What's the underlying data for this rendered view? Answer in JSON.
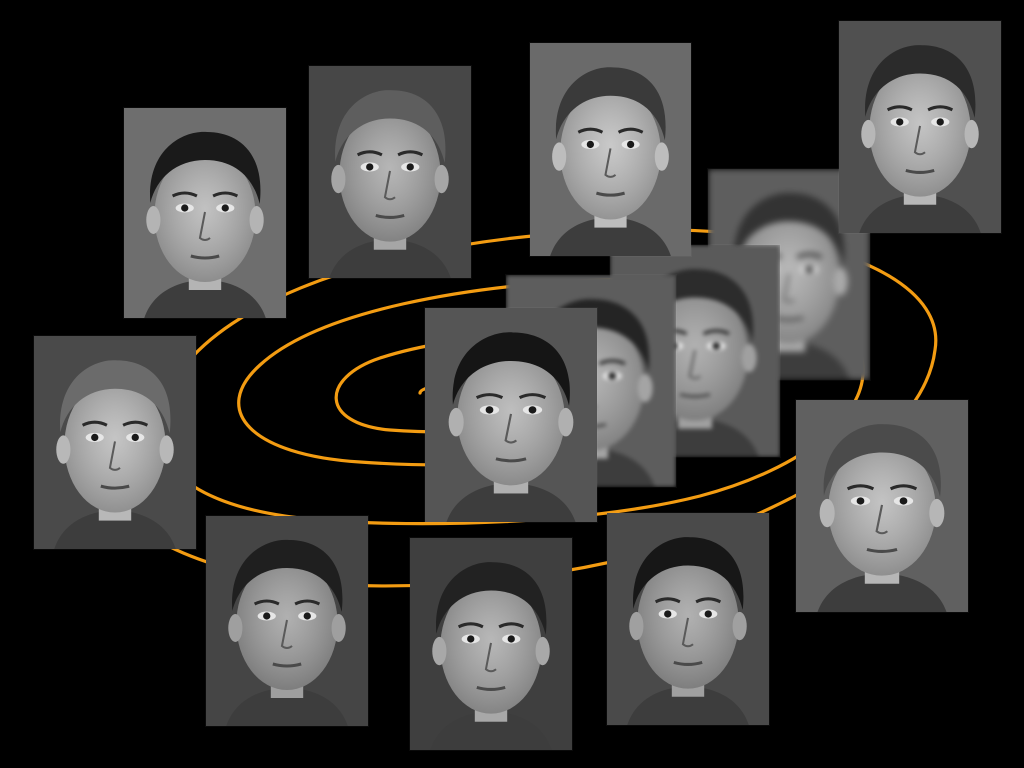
{
  "scene": {
    "background_color": "#000000",
    "spiral_color": "#f39c12"
  },
  "faces": [
    {
      "name": "face-portrait-1",
      "hair": "#1a1a1a",
      "skin": "#b4b4b4",
      "bg": "#6e6e6e",
      "blurred": false
    },
    {
      "name": "face-portrait-2",
      "hair": "#5e5e5e",
      "skin": "#a6a6a6",
      "bg": "#474747",
      "blurred": false
    },
    {
      "name": "face-portrait-3",
      "hair": "#3a3a3a",
      "skin": "#bdbdbd",
      "bg": "#6a6a6a",
      "blurred": false
    },
    {
      "name": "face-portrait-4",
      "hair": "#2b2b2b",
      "skin": "#b7b7b7",
      "bg": "#505050",
      "blurred": false
    },
    {
      "name": "face-blurred-1",
      "hair": "#333333",
      "skin": "#a9a9a9",
      "bg": "#5e5e5e",
      "blurred": true
    },
    {
      "name": "face-blurred-2",
      "hair": "#2c2c2c",
      "skin": "#a0a0a0",
      "bg": "#5a5a5a",
      "blurred": true
    },
    {
      "name": "face-blurred-3",
      "hair": "#242424",
      "skin": "#a4a4a4",
      "bg": "#5d5d5d",
      "blurred": true
    },
    {
      "name": "face-center",
      "hair": "#151515",
      "skin": "#b0b0b0",
      "bg": "#555555",
      "blurred": false
    },
    {
      "name": "face-portrait-5",
      "hair": "#6b6b6b",
      "skin": "#b8b8b8",
      "bg": "#4a4a4a",
      "blurred": false
    },
    {
      "name": "face-portrait-6",
      "hair": "#4b4b4b",
      "skin": "#b6b6b6",
      "bg": "#606060",
      "blurred": false
    },
    {
      "name": "face-portrait-7",
      "hair": "#1f1f1f",
      "skin": "#9f9f9f",
      "bg": "#454545",
      "blurred": false
    },
    {
      "name": "face-portrait-8",
      "hair": "#222222",
      "skin": "#a8a8a8",
      "bg": "#3f3f3f",
      "blurred": false
    },
    {
      "name": "face-portrait-9",
      "hair": "#171717",
      "skin": "#a0a0a0",
      "bg": "#4a4a4a",
      "blurred": false
    }
  ]
}
